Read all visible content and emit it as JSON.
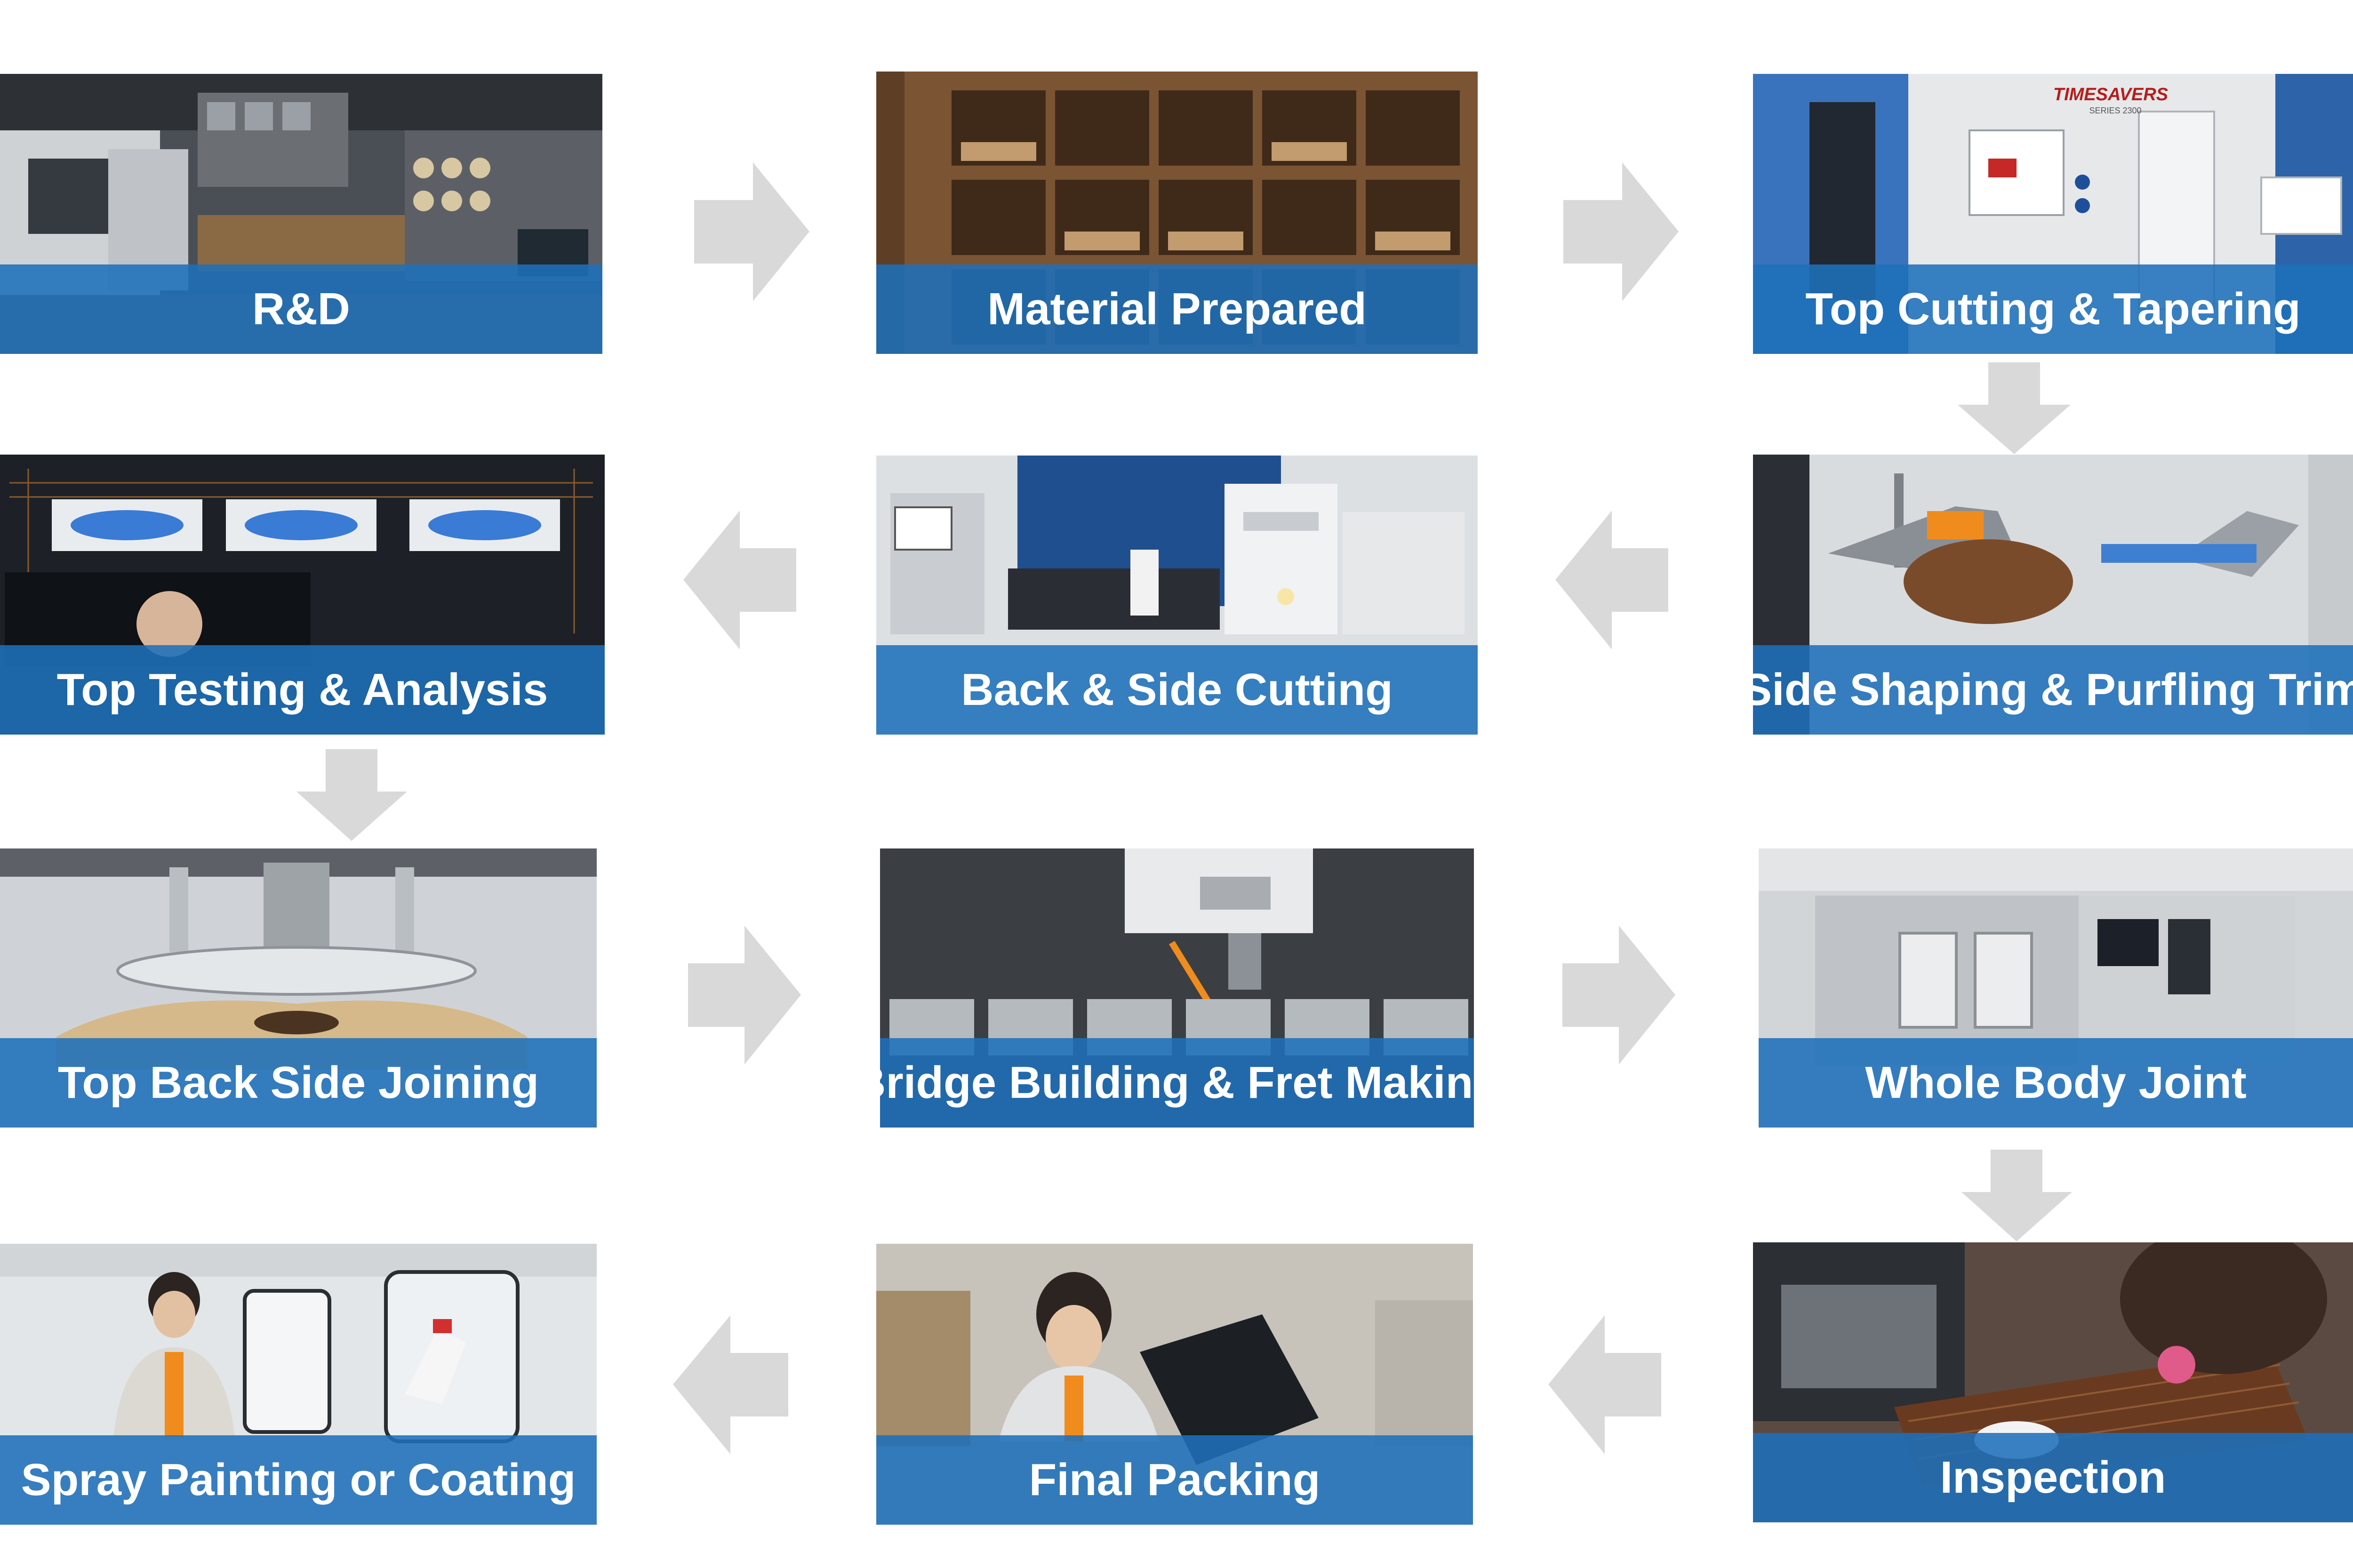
{
  "colors": {
    "caption_bar": "#1e70ba",
    "arrow": "#d9d9d9",
    "background": "#ffffff"
  },
  "steps": [
    {
      "label": "R&D",
      "scene": "rd-lab-photo"
    },
    {
      "label": "Material Prepared",
      "scene": "wood-shelves-photo"
    },
    {
      "label": "Top Cutting & Tapering",
      "scene": "timesavers-machine-photo"
    },
    {
      "label": "Side Shaping &  Purfling Trim",
      "scene": "robot-arm-photo"
    },
    {
      "label": "Back & Side Cutting",
      "scene": "cnc-workstation-photo"
    },
    {
      "label": "Top Testing & Analysis",
      "scene": "analysis-screens-photo"
    },
    {
      "label": "Top Back Side Joining",
      "scene": "press-machine-photo"
    },
    {
      "label": "Bridge Building & Fret Making",
      "scene": "cnc-spindle-photo"
    },
    {
      "label": "Whole Body Joint",
      "scene": "cnc-enclosure-photo"
    },
    {
      "label": "Inspection",
      "scene": "inspection-photo"
    },
    {
      "label": "Final Packing",
      "scene": "packing-worker-photo"
    },
    {
      "label": "Spray Painting or Coating",
      "scene": "spray-booth-photo"
    }
  ],
  "machine_brand": {
    "name": "TIMESAVERS",
    "series": "SERIES 2300"
  },
  "arrows": [
    "right",
    "right",
    "down",
    "left",
    "left",
    "down",
    "right",
    "right",
    "down",
    "left",
    "left"
  ]
}
